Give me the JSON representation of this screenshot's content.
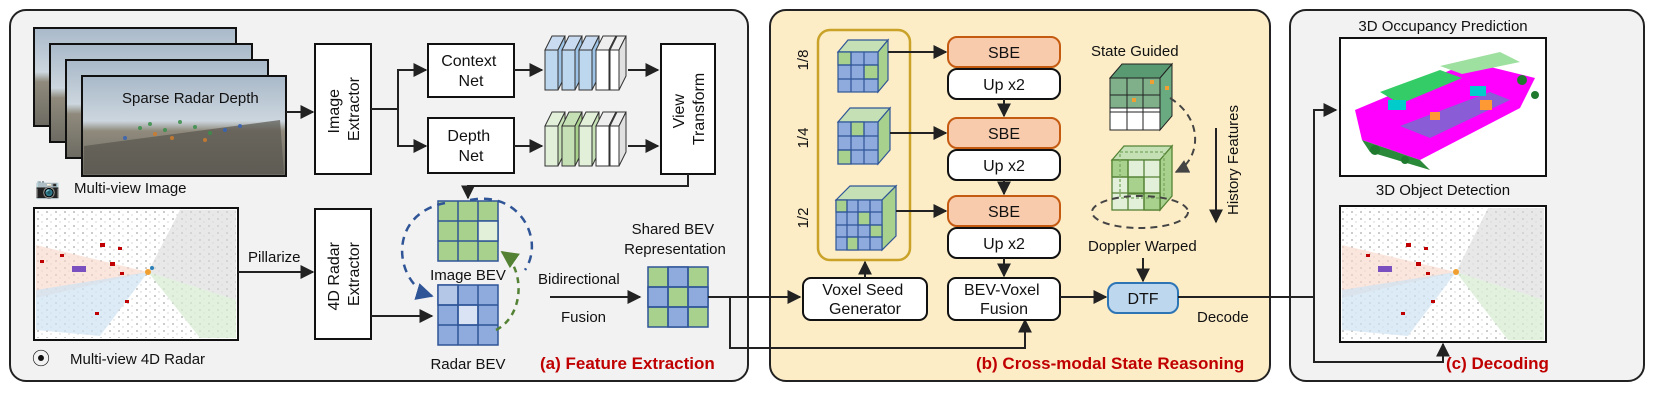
{
  "panels": {
    "a": {
      "title": "(a) Feature Extraction",
      "bg": "#f2f2f2"
    },
    "b": {
      "title": "(b) Cross-modal State Reasoning",
      "bg": "#fcedc7"
    },
    "c": {
      "title": "(c) Decoding",
      "bg": "#f2f2f2"
    }
  },
  "feature_extraction": {
    "sparse_radar_depth": "Sparse Radar Depth",
    "multi_view_image": "Multi-view Image",
    "multi_view_radar": "Multi-view 4D Radar",
    "image_extractor": [
      "Image",
      "Extractor"
    ],
    "context_net": [
      "Context",
      "Net"
    ],
    "depth_net": [
      "Depth",
      "Net"
    ],
    "view_transform": [
      "View",
      "Transform"
    ],
    "pillarize": "Pillarize",
    "radar_extractor": [
      "4D Radar",
      "Extractor"
    ],
    "image_bev": "Image BEV",
    "radar_bev": "Radar BEV",
    "bidirectional": "Bidirectional",
    "fusion": "Fusion",
    "shared_bev": [
      "Shared BEV",
      "Representation"
    ]
  },
  "state_reasoning": {
    "scales": [
      "1/8",
      "1/4",
      "1/2"
    ],
    "sbe": "SBE",
    "up": "Up x2",
    "voxel_seed": [
      "Voxel Seed",
      "Generator"
    ],
    "bev_voxel_fusion": [
      "BEV-Voxel",
      "Fusion"
    ],
    "state_guided": "State Guided",
    "history_features": "History Features",
    "doppler_warped": "Doppler Warped",
    "dtf": "DTF",
    "decode": "Decode"
  },
  "decoding": {
    "occupancy": "3D Occupancy Prediction",
    "detection": "3D Object Detection"
  },
  "colors": {
    "sbe_fill": "#f8cbad",
    "sbe_stroke": "#c55a11",
    "dtf_fill": "#bdd7ee",
    "dtf_stroke": "#2e75b6",
    "green": "#a9d18e",
    "blue": "#8faadc",
    "seed_stroke": "#c9a227",
    "accent": "#c00000"
  }
}
